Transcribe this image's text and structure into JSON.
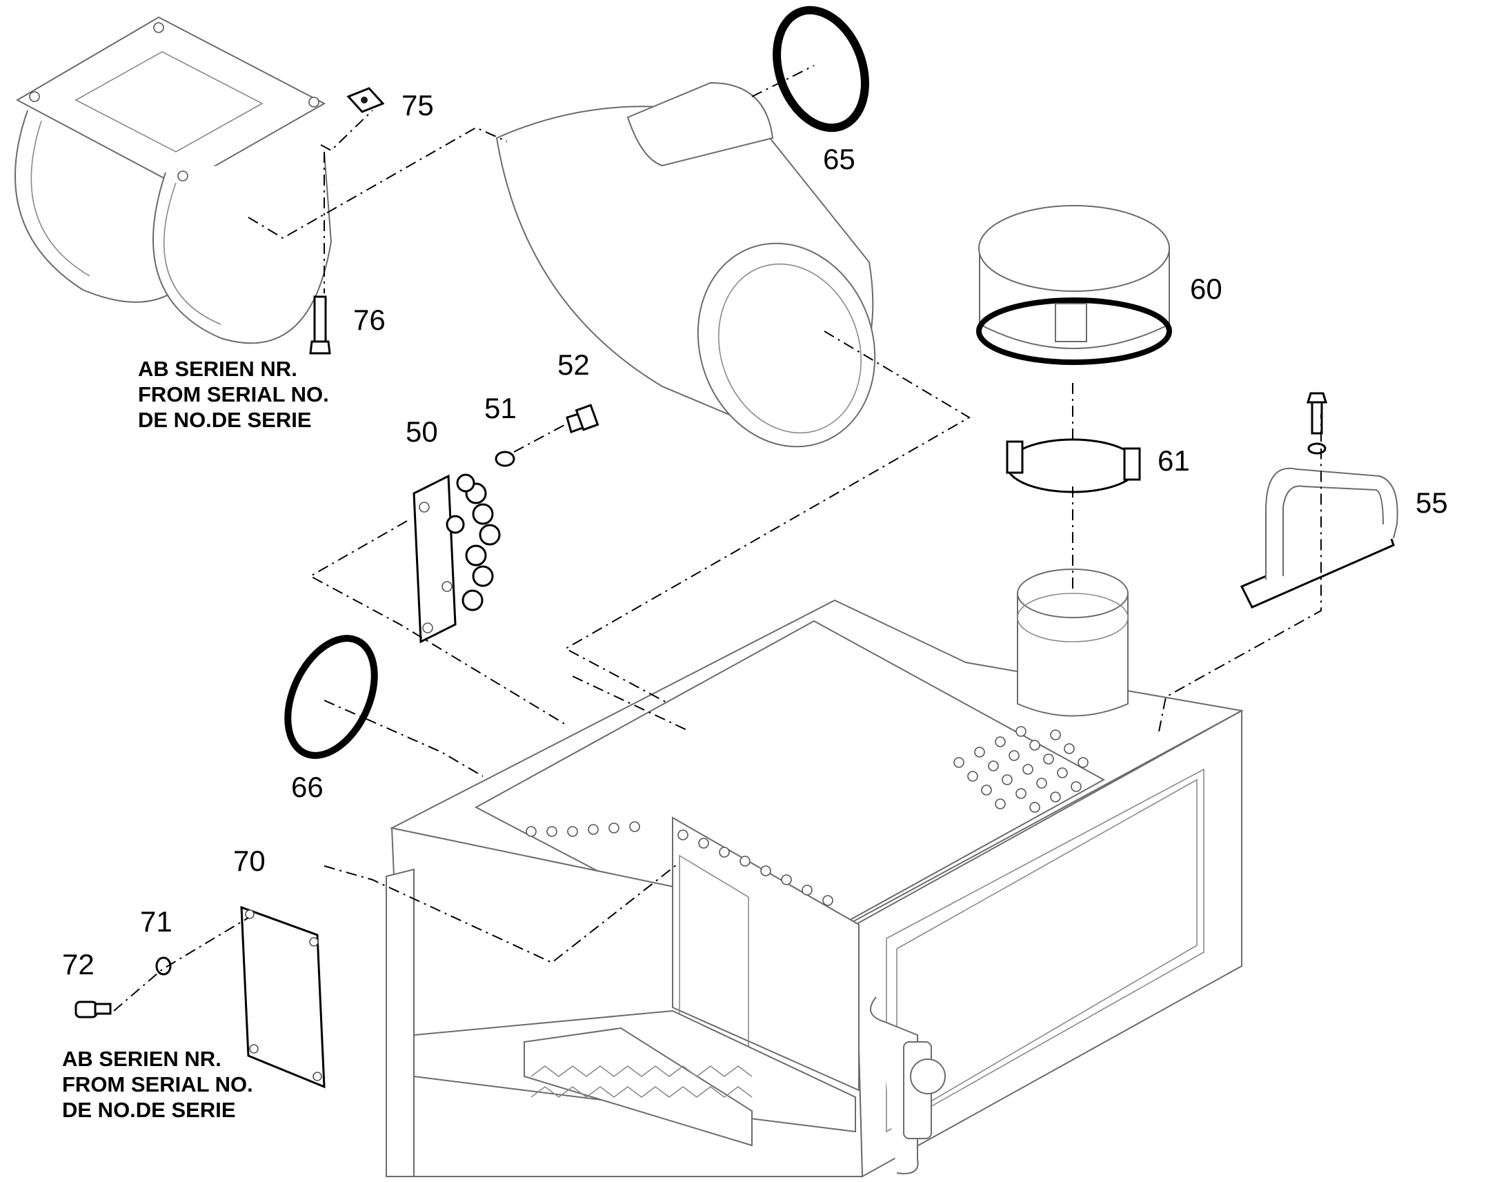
{
  "diagram": {
    "callouts": {
      "c75": "75",
      "c65": "65",
      "c76": "76",
      "c52": "52",
      "c60": "60",
      "c51": "51",
      "c50": "50",
      "c61": "61",
      "c55": "55",
      "c66": "66",
      "c70": "70",
      "c71": "71",
      "c72": "72"
    },
    "serial_note_top": {
      "line1": "AB SERIEN NR.",
      "line2": "FROM SERIAL NO.",
      "line3": "DE NO.DE SERIE"
    },
    "serial_note_bottom": {
      "line1": "AB SERIEN NR.",
      "line2": "FROM SERIAL NO.",
      "line3": "DE NO.DE SERIE"
    }
  }
}
